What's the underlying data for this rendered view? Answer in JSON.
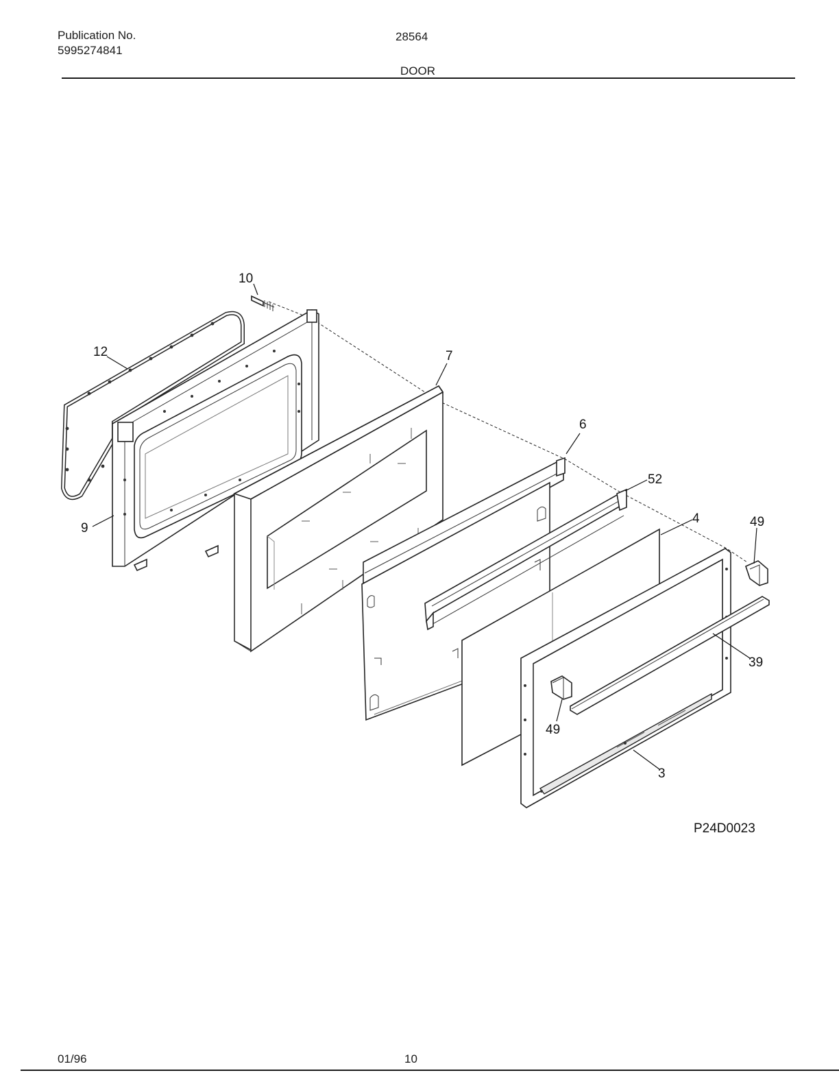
{
  "header": {
    "publication_label": "Publication No.",
    "publication_number": "5995274841",
    "model": "28564",
    "section_title": "DOOR"
  },
  "diagram": {
    "drawing_code": "P24D0023",
    "callouts": {
      "screw": "10",
      "gasket": "12",
      "inner_door": "9",
      "insulation": "7",
      "support": "6",
      "channel": "52",
      "glass": "4",
      "end_cap_right": "49",
      "handle": "39",
      "end_cap_left": "49",
      "outer_frame": "3"
    }
  },
  "footer": {
    "date": "01/96",
    "page_number": "10"
  }
}
